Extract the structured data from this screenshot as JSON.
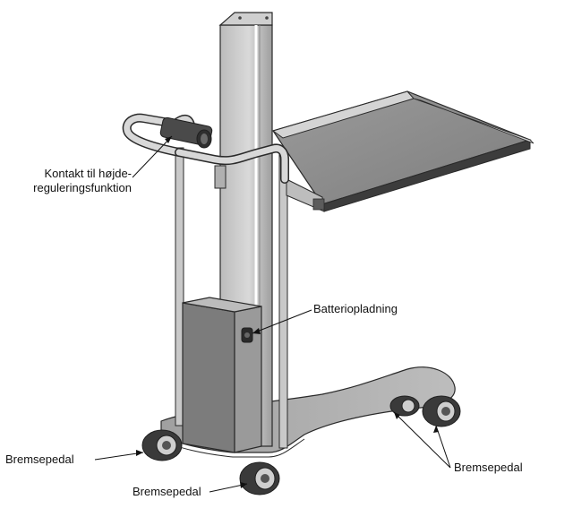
{
  "labels": {
    "height_switch_line1": "Kontakt til højde-",
    "height_switch_line2": "reguleringsfunktion",
    "battery_charging": "Batteriopladning",
    "brake_pedal_left": "Bremsepedal",
    "brake_pedal_bottom": "Bremsepedal",
    "brake_pedal_right": "Bremsepedal"
  },
  "colors": {
    "outline": "#2a2a2a",
    "metal_light": "#d6d6d6",
    "metal_mid": "#a9a9a9",
    "metal_dark": "#6f6f6f",
    "tray": "#8c8c8c",
    "battery_box": "#7a7a7a",
    "wheel": "#3a3a3a"
  }
}
